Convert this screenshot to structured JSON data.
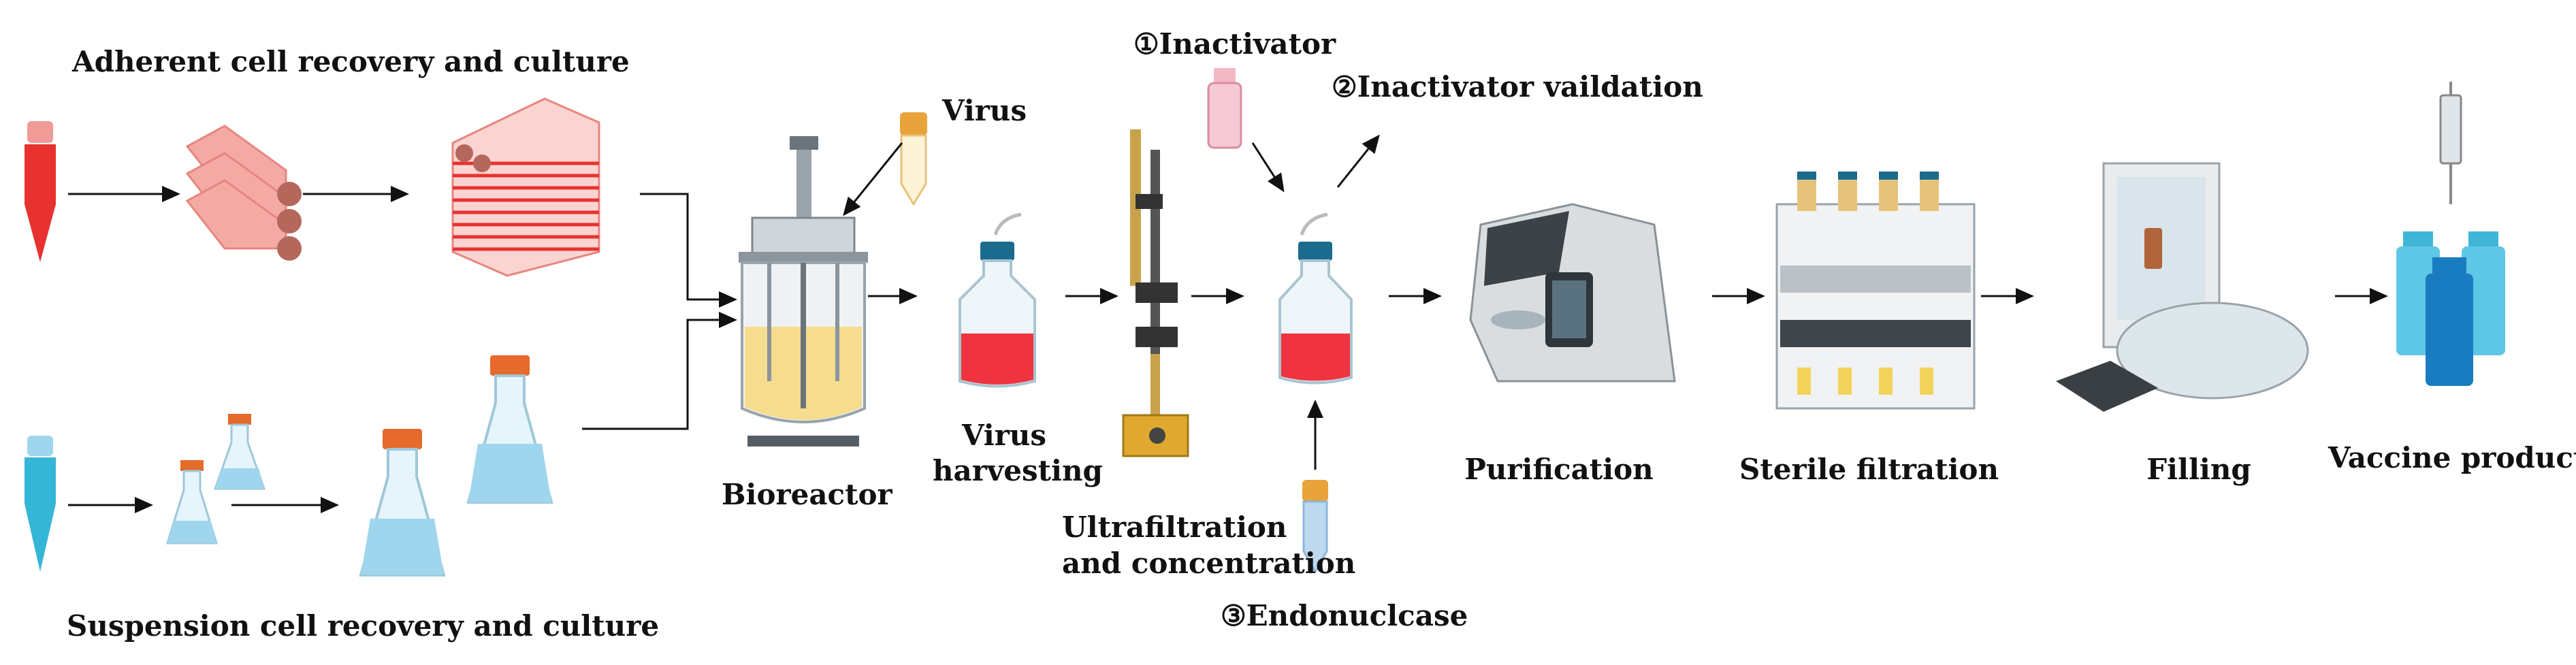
{
  "labels": {
    "adherent": "Adherent cell recovery and culture",
    "suspension": "Suspension cell recovery and culture",
    "virus": "Virus",
    "bioreactor": "Bioreactor",
    "virus_harvesting_1": "Virus",
    "virus_harvesting_2": "harvesting",
    "ultrafiltration_1": "Ultrafiltration",
    "ultrafiltration_2": "and concentration",
    "inactivator": "①Inactivator",
    "inactivator_validation": "②Inactivator vaildation",
    "endonuclease": "③Endonuclcase",
    "purification": "Purification",
    "sterile_filtration": "Sterile filtration",
    "filling": "Filling",
    "vaccine_product": "Vaccine product"
  },
  "colors": {
    "tube_red": "#e8322f",
    "flask_pink": "#f4a9a5",
    "liquid_blue": "#9fd6ee",
    "tube_blue": "#35b6d6",
    "cap_orange": "#e56a2c",
    "bottle_liquid_red": "#ef3340",
    "bioreactor_liquid": "#f5dc8e",
    "vial_blue": "#1a7cc0",
    "arrow": "#111111"
  }
}
